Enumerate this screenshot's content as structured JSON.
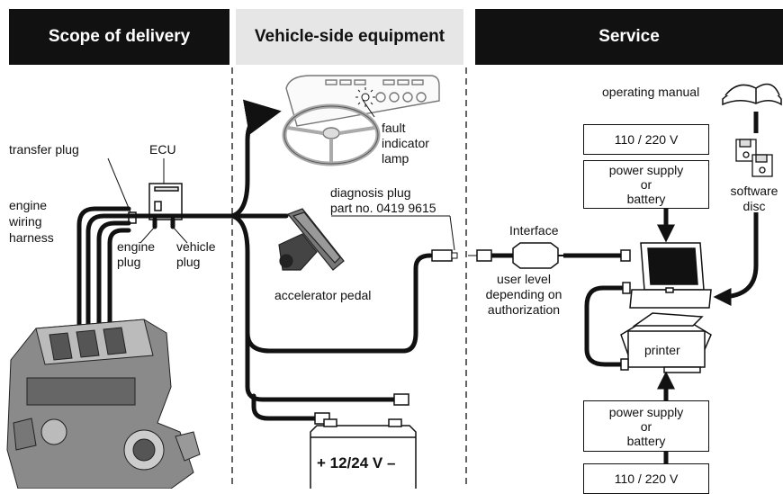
{
  "headers": {
    "scope": "Scope of delivery",
    "vehicle": "Vehicle-side equipment",
    "service": "Service"
  },
  "labels": {
    "transfer_plug": "transfer plug",
    "ecu": "ECU",
    "engine_wiring": [
      "engine",
      "wiring",
      "harness"
    ],
    "engine_plug": [
      "engine",
      "plug"
    ],
    "vehicle_plug": [
      "vehicle",
      "plug"
    ],
    "fault_lamp": [
      "fault",
      "indicator",
      "lamp"
    ],
    "diagnosis_plug": [
      "diagnosis plug",
      "part no. 0419 9615"
    ],
    "accelerator_pedal": "accelerator pedal",
    "interface": "Interface",
    "user_level": [
      "user level",
      "depending on",
      "authorization"
    ],
    "operating_manual": "operating manual",
    "software_disc": [
      "software",
      "disc"
    ],
    "printer": "printer",
    "battery": "+ 12/24 V –"
  },
  "boxes": {
    "voltage_top": "110 / 220 V",
    "power_top": [
      "power supply",
      "or",
      "battery"
    ],
    "power_bottom": [
      "power supply",
      "or",
      "battery"
    ],
    "voltage_bottom": "110 / 220 V"
  },
  "icons": [
    "steering-wheel-dashboard-icon",
    "ecu-box-icon",
    "accelerator-pedal-icon",
    "engine-icon",
    "battery-icon",
    "book-icon",
    "floppy-disc-icon",
    "laptop-icon",
    "printer-icon",
    "interface-adapter-icon"
  ]
}
